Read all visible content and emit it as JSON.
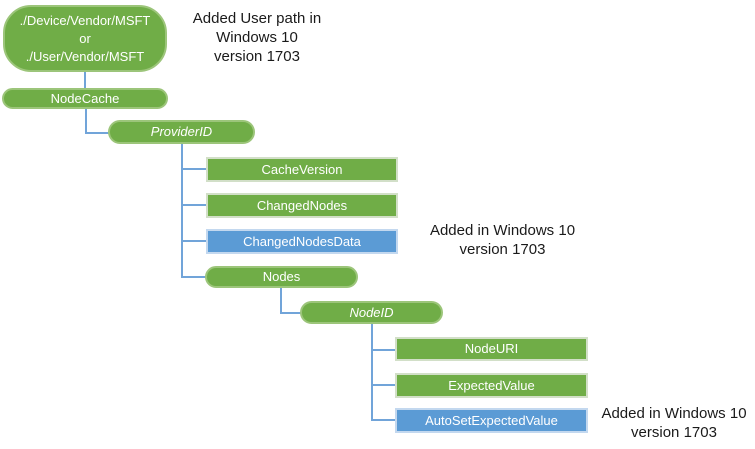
{
  "diagram": {
    "nodes": {
      "root": {
        "label": "./Device/Vendor/MSFT\nor\n./User/Vendor/MSFT",
        "shape": "rounded",
        "color": "#70AD47"
      },
      "nodecache": {
        "label": "NodeCache",
        "shape": "rounded",
        "color": "#70AD47"
      },
      "providerid": {
        "label": "ProviderID",
        "shape": "rounded",
        "color": "#70AD47",
        "italic": true
      },
      "cacheversion": {
        "label": "CacheVersion",
        "shape": "rect",
        "color": "#70AD47"
      },
      "changednodes": {
        "label": "ChangedNodes",
        "shape": "rect",
        "color": "#70AD47"
      },
      "changednodesdata": {
        "label": "ChangedNodesData",
        "shape": "rect",
        "color": "#5B9BD5"
      },
      "nodes": {
        "label": "Nodes",
        "shape": "rounded",
        "color": "#70AD47"
      },
      "nodeid": {
        "label": "NodeID",
        "shape": "rounded",
        "color": "#70AD47",
        "italic": true
      },
      "nodeuri": {
        "label": "NodeURI",
        "shape": "rect",
        "color": "#70AD47"
      },
      "expectedvalue": {
        "label": "ExpectedValue",
        "shape": "rect",
        "color": "#70AD47"
      },
      "autosetexpectedvalue": {
        "label": "AutoSetExpectedValue",
        "shape": "rect",
        "color": "#5B9BD5"
      }
    },
    "annotations": {
      "user_path_note": "Added User path in\nWindows 10\nversion 1703",
      "changednodesdata_note": "Added in Windows 10\nversion 1703",
      "autosetexpectedvalue_note": "Added in Windows 10\nversion 1703"
    },
    "colors": {
      "green": "#70AD47",
      "blue": "#5B9BD5",
      "connector": "#71A4D9",
      "node_text": "#FFFFFF",
      "annotation_text": "#1A1A1A"
    }
  }
}
